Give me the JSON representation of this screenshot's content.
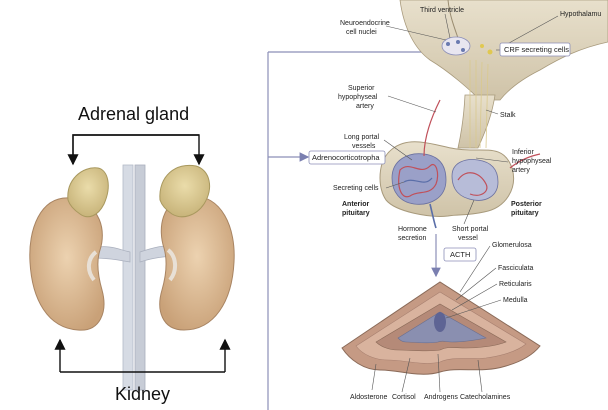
{
  "left_panel": {
    "adrenal_label": "Adrenal gland",
    "kidney_label": "Kidney"
  },
  "right_panel": {
    "labels": {
      "third_ventricle": "Third ventricle",
      "hypothalamus": "Hypothalamu",
      "neuroendocrine_1": "Neuroendocrine",
      "neuroendocrine_2": "cell nuclei",
      "crf": "CRF secreting cells",
      "superior_1": "Superior",
      "superior_2": "hypophyseal",
      "superior_3": "artery",
      "stalk": "Stalk",
      "long_portal_1": "Long portal",
      "long_portal_2": "vessels",
      "adrenocorticotropha": "Adrenocorticotropha",
      "inferior_1": "Inferior",
      "inferior_2": "hypophyseal",
      "inferior_3": "artery",
      "secreting_cells": "Secreting cells",
      "anterior_1": "Anterior",
      "anterior_2": "pituitary",
      "posterior_1": "Posterior",
      "posterior_2": "pituitary",
      "hormone_1": "Hormone",
      "hormone_2": "secretion",
      "short_portal_1": "Short portal",
      "short_portal_2": "vessel",
      "acth": "ACTH",
      "glomerulosa": "Glomerulosa",
      "fasciculata": "Fasciculata",
      "reticularis": "Reticularis",
      "medulla": "Medulla",
      "aldosterone": "Aldosterone",
      "cortisol": "Cortisol",
      "androgens": "Androgens",
      "catecholamines": "Catecholamines"
    }
  },
  "colors": {
    "adrenal": "#d9c894",
    "kidney": "#d9b58e",
    "vessel": "#c7ccd6",
    "pituitary": "#d8cdb5",
    "portal_red": "#c0505a",
    "portal_blue": "#5a6ea8",
    "cortex": "#c59a84",
    "medulla": "#8a8fb0",
    "line": "#8c8fb8"
  }
}
